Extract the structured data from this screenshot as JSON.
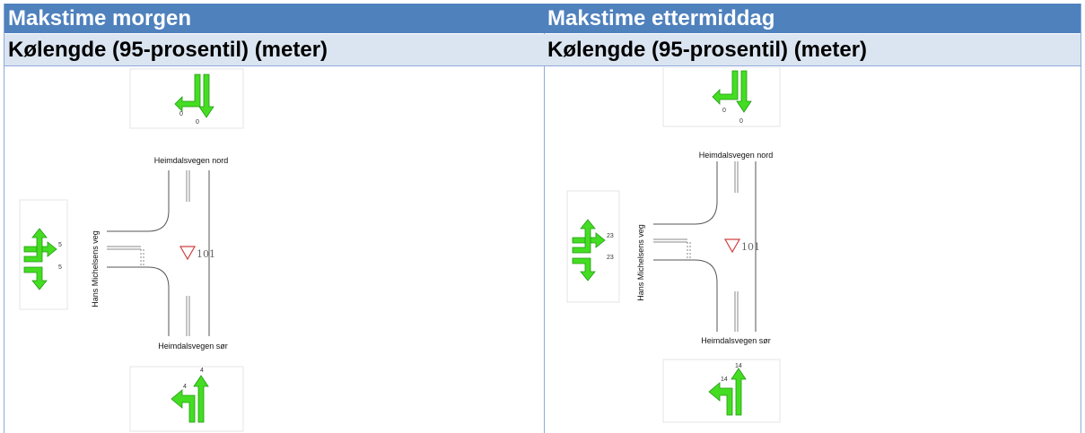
{
  "colors": {
    "header_bg": "#4f81bd",
    "subheader_bg": "#dbe5f1",
    "arrow_green": "#44dd22",
    "yield_sign": "#d04040"
  },
  "panels": [
    {
      "title": "Makstime morgen",
      "subtitle": "Kølengde (95-prosentil) (meter)",
      "diagram": {
        "road_north": "Heimdalsvegen nord",
        "road_south": "Heimdalsvegen sør",
        "road_west": "Hans Michelsens veg",
        "junction_number": "101",
        "north_left": "0",
        "north_through": "0",
        "west_upper": "5",
        "west_lower": "5",
        "south_left": "4",
        "south_through": "4"
      }
    },
    {
      "title": "Makstime ettermiddag",
      "subtitle": "Kølengde (95-prosentil) (meter)",
      "diagram": {
        "road_north": "Heimdalsvegen nord",
        "road_south": "Heimdalsvegen sør",
        "road_west": "Hans Michelsens veg",
        "junction_number": "101",
        "north_left": "0",
        "north_through": "0",
        "west_upper": "23",
        "west_lower": "23",
        "south_left": "14",
        "south_through": "14"
      }
    }
  ]
}
